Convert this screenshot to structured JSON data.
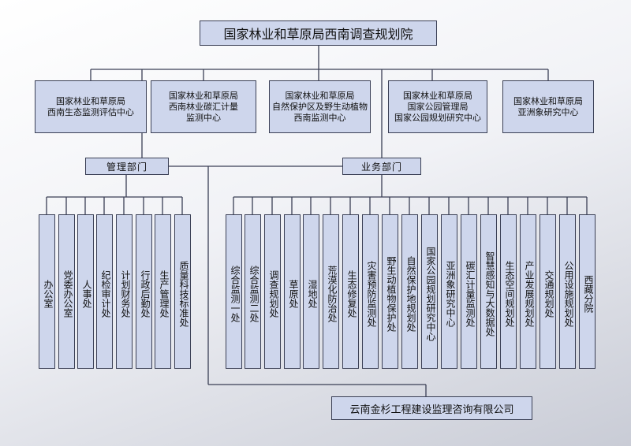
{
  "title": "国家林业和草原局西南调查规划院",
  "centers": [
    "国家林业和草原局\n西南生态监测评估中心",
    "国家林业和草原局\n西南林业碳汇计量\n监测中心",
    "国家林业和草原局\n自然保护区及野生动植物\n西南监测中心",
    "国家林业和草原局\n国家公园管理局\n国家公园规划研究中心",
    "国家林业和草原局\n亚洲象研究中心"
  ],
  "categories": {
    "management": "管理部门",
    "business": "业务部门"
  },
  "management_depts": [
    "办公室",
    "党委办公室",
    "人事处",
    "纪检审计处",
    "计划财务处",
    "行政后勤处",
    "生产管理处",
    "质量科技标准处"
  ],
  "business_depts": [
    "综合监测一处",
    "综合监测二处",
    "调查规划处",
    "草原处",
    "湿地处",
    "荒漠化防治处",
    "生态修复处",
    "灾害预防监测处",
    "野生动植物保护处",
    "自然保护地规划处",
    "国家公园规划研究中心",
    "亚洲象研究中心",
    "碳汇计量监测处",
    "智慧感知与大数据处",
    "生态空间规划处",
    "产业发展规划处",
    "交通规划处",
    "公用设施规划处",
    "西藏分院"
  ],
  "company": "云南金杉工程建设监理咨询有限公司",
  "colors": {
    "box_fill": "#ced6ec",
    "line": "#3a3f55"
  }
}
